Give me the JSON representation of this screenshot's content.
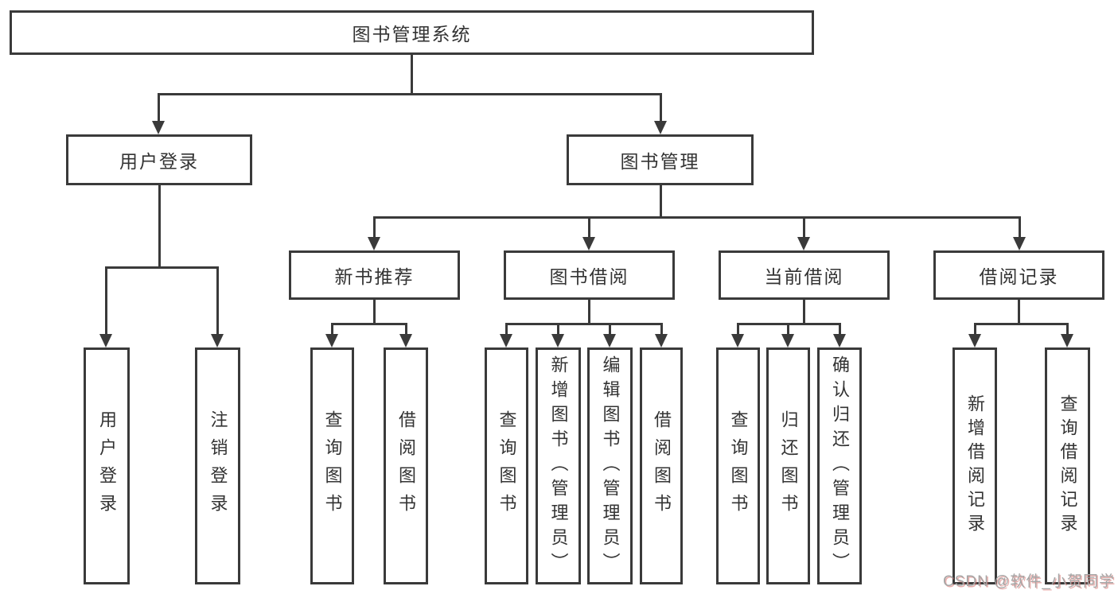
{
  "diagram": {
    "root": {
      "label": "图书管理系统"
    },
    "branches": [
      {
        "label": "用户登录",
        "children": [
          {
            "label": "用户登录"
          },
          {
            "label": "注销登录"
          }
        ]
      },
      {
        "label": "图书管理",
        "children": [
          {
            "label": "新书推荐",
            "children": [
              {
                "label": "查询图书"
              },
              {
                "label": "借阅图书"
              }
            ]
          },
          {
            "label": "图书借阅",
            "children": [
              {
                "label": "查询图书"
              },
              {
                "label": "新增图书（管理员）"
              },
              {
                "label": "编辑图书（管理员）"
              },
              {
                "label": "借阅图书"
              }
            ]
          },
          {
            "label": "当前借阅",
            "children": [
              {
                "label": "查询图书"
              },
              {
                "label": "归还图书"
              },
              {
                "label": "确认归还（管理员）"
              }
            ]
          },
          {
            "label": "借阅记录",
            "children": [
              {
                "label": "新增借阅记录"
              },
              {
                "label": "查询借阅记录"
              }
            ]
          }
        ]
      }
    ]
  },
  "watermark": {
    "text": "CSDN @软件_小贺同学"
  },
  "colors": {
    "line": "#3a3a3a",
    "text": "#333333",
    "background": "#ffffff",
    "watermark_gray": "#a6a6a6",
    "watermark_shadow": "#d66e6a"
  }
}
